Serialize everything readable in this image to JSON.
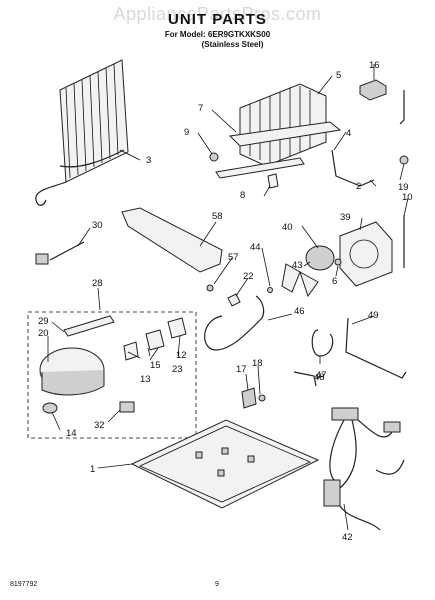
{
  "watermark": "AppliancePartsPros.com",
  "header": {
    "title": "UNIT PARTS",
    "model_line": "For Model: 6ER9GTKXKS00",
    "finish_line": "(Stainless Steel)"
  },
  "callouts": [
    "16",
    "5",
    "7",
    "9",
    "4",
    "3",
    "8",
    "2",
    "19",
    "10",
    "30",
    "58",
    "39",
    "40",
    "43",
    "44",
    "57",
    "22",
    "6",
    "28",
    "29",
    "20",
    "46",
    "49",
    "18",
    "17",
    "48",
    "47",
    "13",
    "15",
    "23",
    "12",
    "14",
    "32",
    "1",
    "42"
  ],
  "footer": {
    "doc_number": "8197792",
    "page_number": "9"
  }
}
